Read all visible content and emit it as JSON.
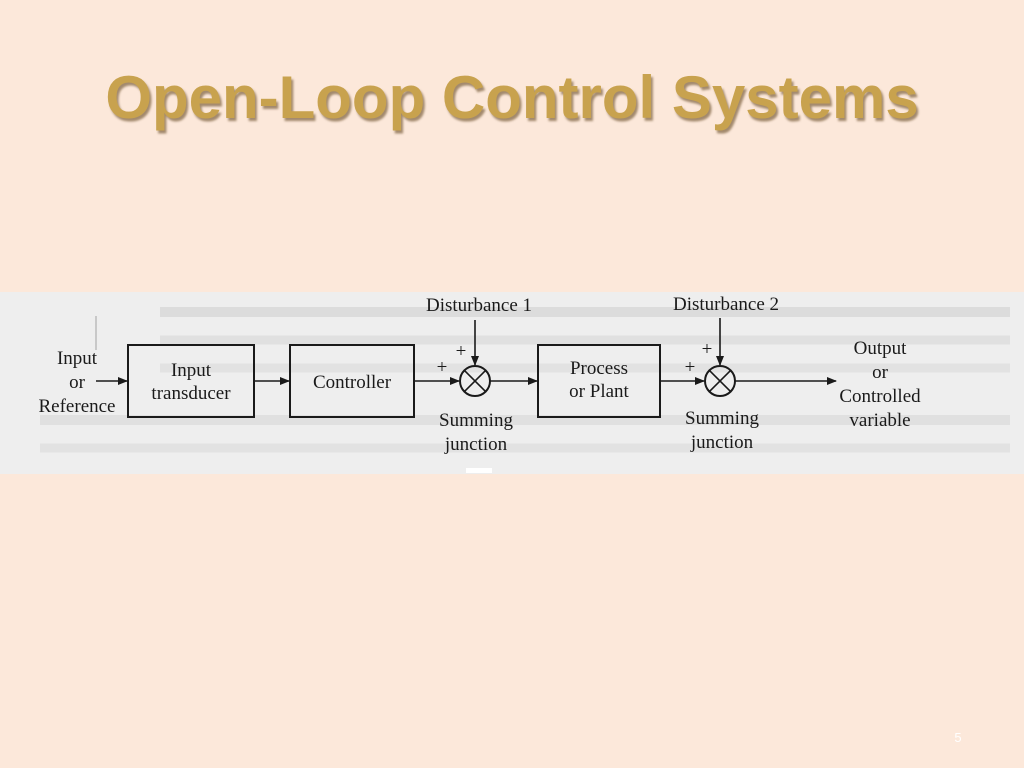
{
  "slide": {
    "title": "Open-Loop Control Systems",
    "page_number": "5"
  },
  "diagram": {
    "input_label": [
      "Input",
      "or",
      "Reference"
    ],
    "blocks": {
      "input_transducer": [
        "Input",
        "transducer"
      ],
      "controller": [
        "Controller"
      ],
      "process": [
        "Process",
        "or Plant"
      ]
    },
    "disturbance_1": "Disturbance 1",
    "disturbance_2": "Disturbance 2",
    "summing_junction_1": [
      "Summing",
      "junction"
    ],
    "summing_junction_2": [
      "Summing",
      "junction"
    ],
    "plus_sign": "+",
    "output_label": [
      "Output",
      "or",
      "Controlled",
      "variable"
    ]
  },
  "colors": {
    "background": "#fce8da",
    "title": "#c8a24e",
    "panel": "#efefef",
    "ink": "#1a1a1a"
  }
}
